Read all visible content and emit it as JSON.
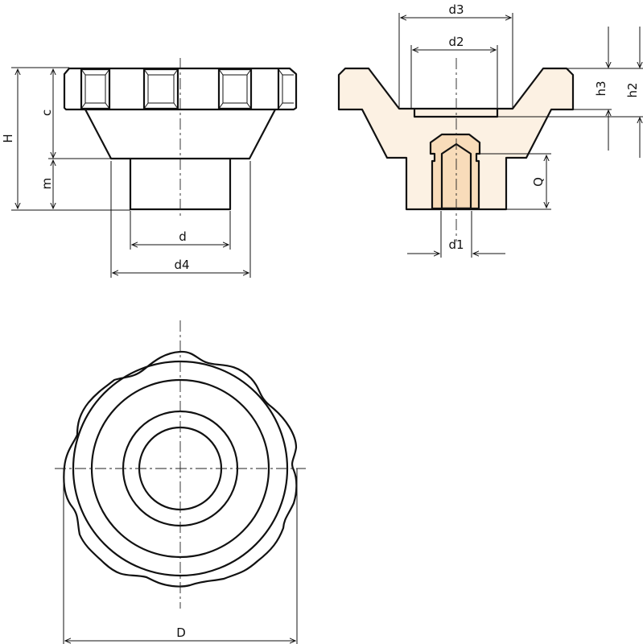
{
  "diagram": {
    "title": "Knurled knob with threaded insert — technical drawing",
    "colors": {
      "line": "#111111",
      "body_fill": "#fcf1e3",
      "insert_fill": "#f8dcba",
      "background": "#ffffff"
    },
    "views": {
      "side_view": {
        "labels": {
          "H": "H",
          "c": "c",
          "m": "m",
          "d": "d",
          "d4": "d4"
        }
      },
      "section_view": {
        "labels": {
          "d3": "d3",
          "d2": "d2",
          "h3": "h3",
          "h2": "h2",
          "Q": "Q",
          "d1": "d1"
        }
      },
      "top_view": {
        "labels": {
          "D": "D"
        },
        "lobes": 10,
        "concentric_circles": 4
      }
    }
  }
}
